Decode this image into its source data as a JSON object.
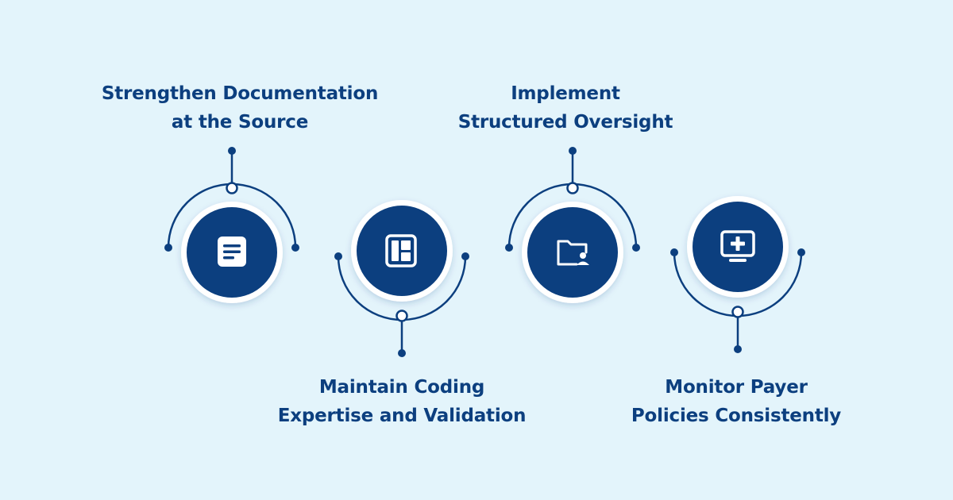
{
  "colors": {
    "background": "#e3f4fb",
    "navy": "#0c3f7f",
    "ring": "#ffffff"
  },
  "steps": [
    {
      "icon": "document-icon",
      "label_line1": "Strengthen Documentation",
      "label_line2": "at the Source",
      "connector": "top"
    },
    {
      "icon": "layout-grid-icon",
      "label_line1": "Maintain Coding",
      "label_line2": "Expertise and Validation",
      "connector": "bottom"
    },
    {
      "icon": "folder-user-icon",
      "label_line1": "Implement",
      "label_line2": "Structured Oversight",
      "connector": "top"
    },
    {
      "icon": "monitor-plus-icon",
      "label_line1": "Monitor Payer",
      "label_line2": "Policies Consistently",
      "connector": "bottom"
    }
  ]
}
